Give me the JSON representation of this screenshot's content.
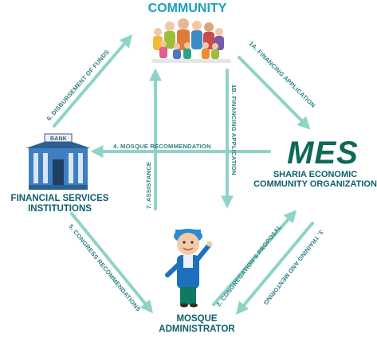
{
  "nodes": {
    "community": {
      "title": "COMMUNITY"
    },
    "fsi": {
      "title_line1": "FINANCIAL SERVICES",
      "title_line2": "INSTITUTIONS",
      "bank_sign": "BANK"
    },
    "mes": {
      "logo": "MES",
      "title_line1": "SHARIA ECONOMIC",
      "title_line2": "COMMUNITY ORGANIZATION"
    },
    "mosque": {
      "title_line1": "MOSQUE",
      "title_line2": "ADMINISTRATOR"
    }
  },
  "arrows": {
    "financing_application_1a": "1A. FINANCING APPLICATION",
    "financing_application_1b": "1B. FINANCING APPLICATION",
    "congregation_proposal": "2. CONGREGATION'S PROPOSAL",
    "training_mentoring": "3. TRAINING AND MENTORING",
    "mosque_recommendation": "4. MOSQUE RECOMMENDATION",
    "congress_recommendations": "5. CONGRESS RECOMMENDATIONS",
    "disbursement_of_funds": "6. DISBURSEMENT OF FUNDS",
    "assistance": "7. ASSISTANCE"
  },
  "colors": {
    "arrow": "#8fd3c7",
    "arrow_text": "#2d7f86",
    "title": "#0b5f6d",
    "community_title": "#1aa0b8",
    "mes_logo": "#0e6a57"
  }
}
